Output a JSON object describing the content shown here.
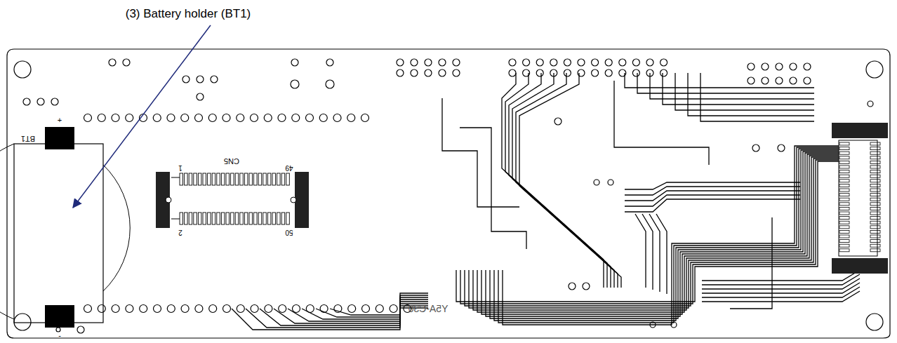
{
  "diagram": {
    "labels": [
      "(3) Battery holder (BT1)",
      "BT1",
      "+",
      "-",
      "CN5",
      "1",
      "49",
      "2",
      "50",
      "Y5A-C30"
    ]
  }
}
